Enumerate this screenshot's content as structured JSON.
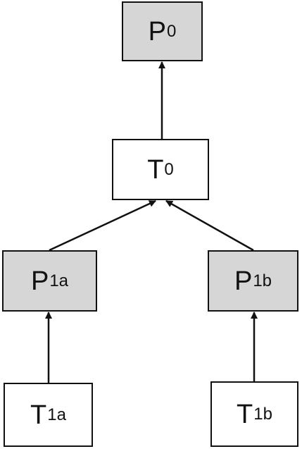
{
  "colors": {
    "place_fill": "#d6d6d6",
    "transition_fill": "#ffffff",
    "stroke": "#111111"
  },
  "nodes": {
    "p0": {
      "label": "P",
      "sub": "0",
      "kind": "place"
    },
    "t0": {
      "label": "T",
      "sub": "0",
      "kind": "transition"
    },
    "p1a": {
      "label": "P",
      "sub": "1a",
      "kind": "place"
    },
    "p1b": {
      "label": "P",
      "sub": "1b",
      "kind": "place"
    },
    "t1a": {
      "label": "T",
      "sub": "1a",
      "kind": "transition"
    },
    "t1b": {
      "label": "T",
      "sub": "1b",
      "kind": "transition"
    }
  },
  "edges": [
    {
      "from": "t0",
      "to": "p0"
    },
    {
      "from": "p1a",
      "to": "t0"
    },
    {
      "from": "p1b",
      "to": "t0"
    },
    {
      "from": "t1a",
      "to": "p1a"
    },
    {
      "from": "t1b",
      "to": "p1b"
    }
  ]
}
